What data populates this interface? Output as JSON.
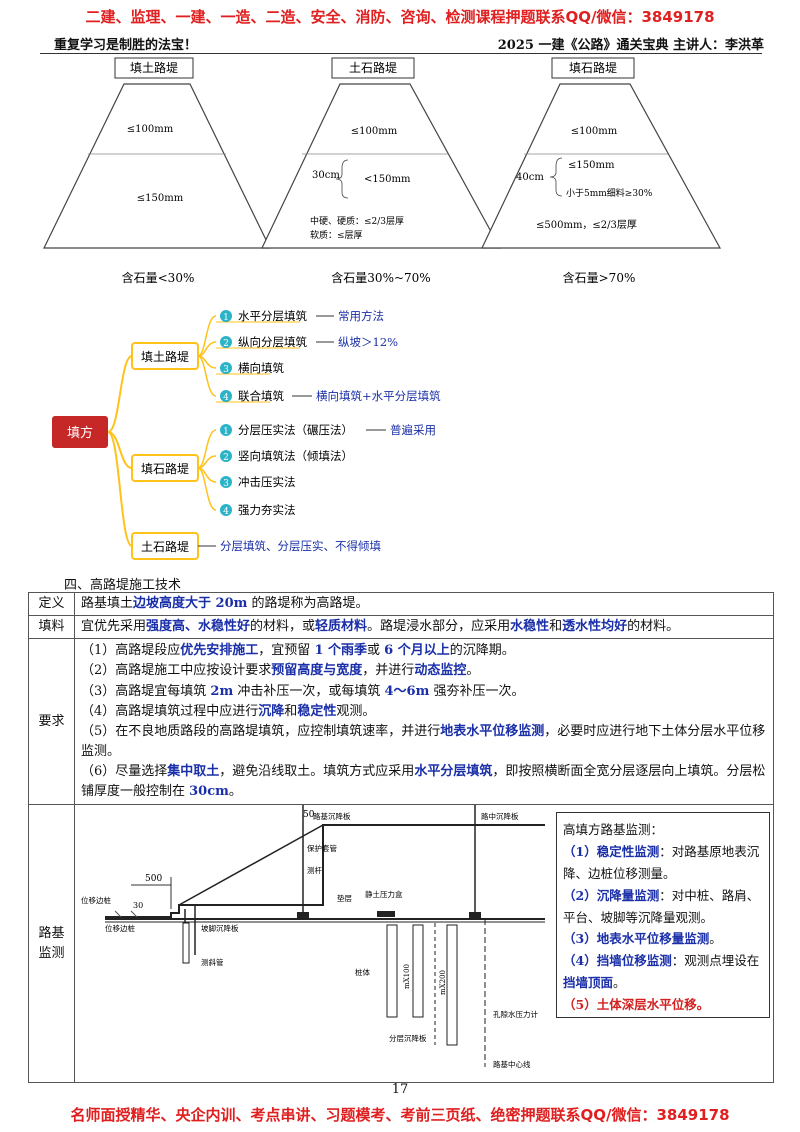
{
  "banner_top": "二建、监理、一建、一造、二造、安全、消防、咨询、检测课程押题联系QQ/微信：3849178",
  "banner_bottom": "名师面授精华、央企内训、考点串讲、习题模考、考前三页纸、绝密押题联系QQ/微信：3849178",
  "header_left": "重复学习是制胜的法宝！",
  "header_right": "2025 一建《公路》通关宝典  主讲人：李洪革",
  "trapezoids": [
    {
      "title": "填土路堤",
      "top_label": "≤100mm",
      "mid_label": "≤150mm",
      "caption": "含石量<30%"
    },
    {
      "title": "土石路堤",
      "top_label": "≤100mm",
      "side_label": "30cm",
      "mid_label": "<150mm",
      "note1": "中硬、硬质：≤2/3层厚",
      "note2": "软质：≤层厚",
      "caption": "含石量30%~70%"
    },
    {
      "title": "填石路堤",
      "top_label": "≤100mm",
      "side_label": "40cm",
      "mid_label": "≤150mm",
      "mid_label2": "小于5mm细料≥30%",
      "note1": "≤500mm，≤2/3层厚",
      "caption": "含石量>70%"
    }
  ],
  "mindmap": {
    "root": "填方",
    "branches": [
      {
        "label": "填土路堤",
        "items": [
          {
            "num": "1",
            "text": "水平分层填筑",
            "note": "常用方法"
          },
          {
            "num": "2",
            "text": "纵向分层填筑",
            "note": "纵坡＞12%"
          },
          {
            "num": "3",
            "text": "横向填筑",
            "note": ""
          },
          {
            "num": "4",
            "text": "联合填筑",
            "note": "横向填筑+水平分层填筑"
          }
        ]
      },
      {
        "label": "填石路堤",
        "items": [
          {
            "num": "1",
            "text": "分层压实法（碾压法）",
            "note": "普遍采用"
          },
          {
            "num": "2",
            "text": "竖向填筑法（倾填法）",
            "note": ""
          },
          {
            "num": "3",
            "text": "冲击压实法",
            "note": ""
          },
          {
            "num": "4",
            "text": "强力夯实法",
            "note": ""
          }
        ]
      },
      {
        "label": "土石路堤",
        "note": "分层填筑、分层压实、不得倾填"
      }
    ]
  },
  "section_title": "四、高路堤施工技术",
  "table": {
    "def_label": "定义",
    "def_a": "路基填土",
    "def_b": "边坡高度大于 20m",
    "def_c": " 的路堤称为高路堤。",
    "fill_label": "填料",
    "fill_a": "宜优先采用",
    "fill_b": "强度高、水稳性好",
    "fill_c": "的材料，或",
    "fill_d": "轻质材料",
    "fill_e": "。路堤浸水部分，应采用",
    "fill_f": "水稳性",
    "fill_g": "和",
    "fill_h": "透水性均好",
    "fill_i": "的材料。",
    "req_label": "要求",
    "r1a": "（1）高路堤段应",
    "r1b": "优先安排施工",
    "r1c": "，宜预留 ",
    "r1d": "1 个雨季",
    "r1e": "或 ",
    "r1f": "6 个月以上",
    "r1g": "的沉降期。",
    "r2a": "（2）高路堤施工中应按设计要求",
    "r2b": "预留高度与宽度",
    "r2c": "，并进行",
    "r2d": "动态监控",
    "r2e": "。",
    "r3a": "（3）高路堤宜每填筑 ",
    "r3b": "2m",
    "r3c": " 冲击补压一次，或每填筑 ",
    "r3d": "4～6m",
    "r3e": " 强夯补压一次。",
    "r4a": "（4）高路堤填筑过程中应进行",
    "r4b": "沉降",
    "r4c": "和",
    "r4d": "稳定性",
    "r4e": "观测。",
    "r5a": "（5）在不良地质路段的高路堤填筑，应控制填筑速率，并进行",
    "r5b": "地表水平位移监测",
    "r5c": "，必要时应进行地下土体分层水平位移监测。",
    "r6a": "（6）尽量选择",
    "r6b": "集中取土",
    "r6c": "，避免沿线取土。填筑方式应采用",
    "r6d": "水平分层填筑",
    "r6e": "，即按照横断面全宽分层逐层向上填筑。分层松铺厚度一般控制在 ",
    "r6f": "30cm",
    "r6g": "。",
    "mon_label1": "路基",
    "mon_label2": "监测"
  },
  "monitor": {
    "title": "高填方路基监测：",
    "m1a": "（1）",
    "m1b": "稳定性监测",
    "m1c": "：对路基原地表沉降、边桩位移测量。",
    "m2a": "（2）",
    "m2b": "沉降量监测",
    "m2c": "：对中桩、路肩、平台、坡脚等沉降量观测。",
    "m3a": "（3）",
    "m3b": "地表水平位移量监测",
    "m3c": "。",
    "m4a": "（4）",
    "m4b": "挡墙位移监测",
    "m4c": "：观测点埋设在",
    "m4d": "挡墙顶面",
    "m4e": "。",
    "m5": "（5）土体深层水平位移。"
  },
  "drawing_labels": {
    "l50": "50",
    "l500": "500",
    "l30": "30",
    "pile_road": "路基沉降板",
    "pile_road2": "路中沉降板",
    "protect": "保护套管",
    "rod": "测杆",
    "cushion": "垫层",
    "static": "静土压力盒",
    "displace": "位移边桩",
    "foot": "坡脚沉降板",
    "edge": "位移边桩",
    "ditch": "测斜管",
    "pile": "桩体",
    "layer": "分层沉降板",
    "pore": "孔隙水压力计",
    "center": "路基中心线",
    "mx1": "mX100",
    "mx2": "mX200"
  },
  "page_number": "17",
  "colors": {
    "red": "#e02020",
    "blue": "#1a2fa8",
    "teal": "#2bb3c8",
    "root": "#c62828",
    "yellow": "#ffc21a"
  }
}
